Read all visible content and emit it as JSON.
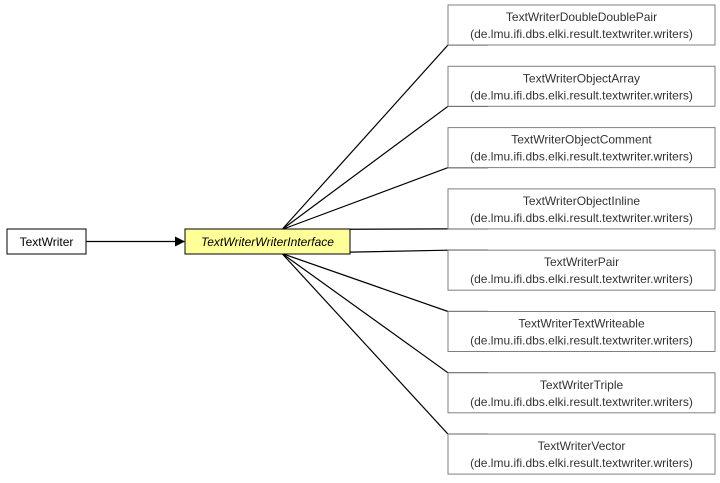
{
  "colors": {
    "background": "#ffffff",
    "edge": "#000000",
    "source_fill": "#ffffff",
    "interface_fill": "#ffff99",
    "subclass_fill": "#ffffff",
    "subclass_border": "#7f7f7f",
    "text_dark": "#000000",
    "text_muted": "#333333"
  },
  "source": {
    "label": "TextWriter"
  },
  "interface": {
    "label": "TextWriterWriterInterface"
  },
  "implementations": [
    {
      "name": "TextWriterDoubleDoublePair",
      "package": "(de.lmu.ifi.dbs.elki.result.textwriter.writers)"
    },
    {
      "name": "TextWriterObjectArray",
      "package": "(de.lmu.ifi.dbs.elki.result.textwriter.writers)"
    },
    {
      "name": "TextWriterObjectComment",
      "package": "(de.lmu.ifi.dbs.elki.result.textwriter.writers)"
    },
    {
      "name": "TextWriterObjectInline",
      "package": "(de.lmu.ifi.dbs.elki.result.textwriter.writers)"
    },
    {
      "name": "TextWriterPair",
      "package": "(de.lmu.ifi.dbs.elki.result.textwriter.writers)"
    },
    {
      "name": "TextWriterTextWriteable",
      "package": "(de.lmu.ifi.dbs.elki.result.textwriter.writers)"
    },
    {
      "name": "TextWriterTriple",
      "package": "(de.lmu.ifi.dbs.elki.result.textwriter.writers)"
    },
    {
      "name": "TextWriterVector",
      "package": "(de.lmu.ifi.dbs.elki.result.textwriter.writers)"
    }
  ]
}
